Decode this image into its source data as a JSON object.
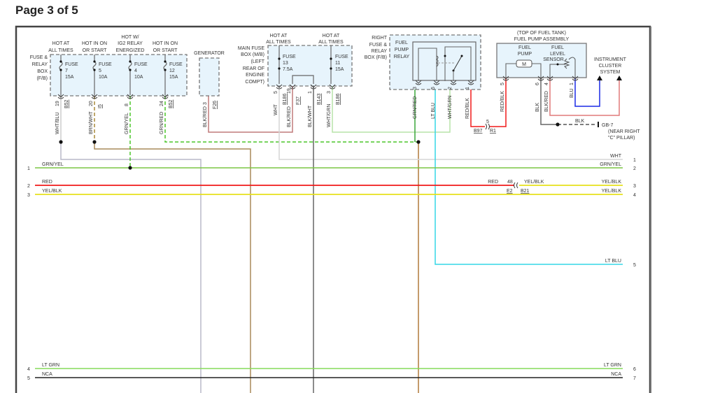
{
  "header": {
    "page_label": "Page 3 of 5"
  },
  "fb": {
    "box": [
      "FUSE &",
      "RELAY",
      "BOX",
      "(F/B)"
    ],
    "feeds": [
      {
        "hdr": [
          "",
          "HOT AT",
          "ALL TIMES"
        ],
        "fuse": "FUSE",
        "num": "7",
        "amp": "15A",
        "pin": "19",
        "conn": "B52",
        "wire": "WHT/BLU"
      },
      {
        "hdr": [
          "",
          "HOT IN ON",
          "OR START"
        ],
        "fuse": "FUSE",
        "num": "5",
        "amp": "10A",
        "pin": "20",
        "conn": "I5",
        "wire": "BRN/WHT"
      },
      {
        "hdr": [
          "HOT W/",
          "IG2 RELAY",
          "ENERGIZED"
        ],
        "fuse": "FUSE",
        "num": "4",
        "amp": "10A",
        "pin": "8",
        "conn": "",
        "wire": "GRN/YEL"
      },
      {
        "hdr": [
          "",
          "HOT IN ON",
          "OR START"
        ],
        "fuse": "FUSE",
        "num": "12",
        "amp": "15A",
        "pin": "24",
        "conn": "B52",
        "wire": "GRN/RED"
      }
    ]
  },
  "generator": {
    "label": "GENERATOR",
    "pin": "3",
    "conn": "F26",
    "wire": "BLK/RED"
  },
  "mb": {
    "box": [
      "MAIN FUSE",
      "BOX (M/B)",
      "(LEFT",
      "REAR OF",
      "ENGINE",
      "COMPT)"
    ],
    "hdr1": [
      "HOT AT",
      "ALL TIMES"
    ],
    "hdr2": [
      "HOT AT",
      "ALL TIMES"
    ],
    "fuse1": {
      "fuse": "FUSE",
      "num": "13",
      "amp": "7.5A"
    },
    "fuse2": {
      "fuse": "FUSE",
      "num": "11",
      "amp": "15A"
    },
    "pins": [
      {
        "pin": "5",
        "conn": "B186",
        "wire": "WHT"
      },
      {
        "pin": "19",
        "conn": "F37",
        "wire": "BLK/RED"
      },
      {
        "pin": "1",
        "conn": "B143",
        "wire": "BLK/WHT"
      },
      {
        "pin": "3",
        "conn": "B186",
        "wire": "WHT/GRN"
      }
    ]
  },
  "relay": {
    "box": [
      "RIGHT",
      "FUSE &",
      "RELAY",
      "BOX (F/B)"
    ],
    "name": [
      "FUEL",
      "PUMP",
      "RELAY"
    ],
    "pins": [
      {
        "pin": "3",
        "wire": "GRN/RED"
      },
      {
        "pin": "5",
        "wire": "LT BLU"
      },
      {
        "pin": "2",
        "wire": "WHT/GRN"
      },
      {
        "pin": "1",
        "wire": "RED/BLK"
      }
    ],
    "connector": {
      "pin": "5",
      "left": "B97",
      "right": "R1"
    }
  },
  "pump": {
    "title": [
      "(TOP OF FUEL TANK)",
      "FUEL PUMP ASSEMBLY"
    ],
    "pump_label": [
      "FUEL",
      "PUMP"
    ],
    "motor": "M",
    "sensor_label": [
      "FUEL",
      "LEVEL",
      "SENSOR"
    ],
    "pins": [
      {
        "pin": "5",
        "wire": "RED/BLK"
      },
      {
        "pin": "6",
        "wire": "BLK"
      },
      {
        "pin": "4",
        "wire": "BLK/RED"
      },
      {
        "pin": "1",
        "wire": "BLU"
      }
    ],
    "ground_wire": "BLK",
    "ground": [
      "GB-7",
      "(NEAR RIGHT",
      "\"C\" PILLAR)"
    ]
  },
  "cluster": [
    "INSTRUMENT",
    "CLUSTER",
    "SYSTEM"
  ],
  "buses": {
    "wht": {
      "label": "WHT",
      "num": "1"
    },
    "grnyel": {
      "left_num": "1",
      "left": "GRN/YEL",
      "right": "GRN/YEL",
      "right_num": "2"
    },
    "red": {
      "left_num": "2",
      "left": "RED",
      "mid_red": "RED",
      "pin": "48",
      "conn_l": "E2",
      "conn_r": "B21",
      "mid_yel": "YEL/BLK",
      "right": "YEL/BLK",
      "right_num": "3"
    },
    "yelblk": {
      "left_num": "3",
      "left": "YEL/BLK",
      "right": "YEL/BLK",
      "right_num": "4"
    },
    "ltblu": {
      "right": "LT BLU",
      "right_num": "5"
    },
    "ltgrn": {
      "left_num": "4",
      "left": "LT GRN",
      "right": "LT GRN",
      "right_num": "6"
    },
    "nca": {
      "left_num": "5",
      "left": "NCA",
      "right": "NCA",
      "right_num": "7"
    }
  },
  "colors": {
    "grn_yel": "#7cc544",
    "red": "#f01a1a",
    "yel_blk": "#e6e01c",
    "lt_blu": "#35d7e6",
    "brown": "#a88a5a",
    "blu": "#1a2ae6",
    "lt_grn": "#86dc5a",
    "box_fill": "#e7f4fc"
  }
}
